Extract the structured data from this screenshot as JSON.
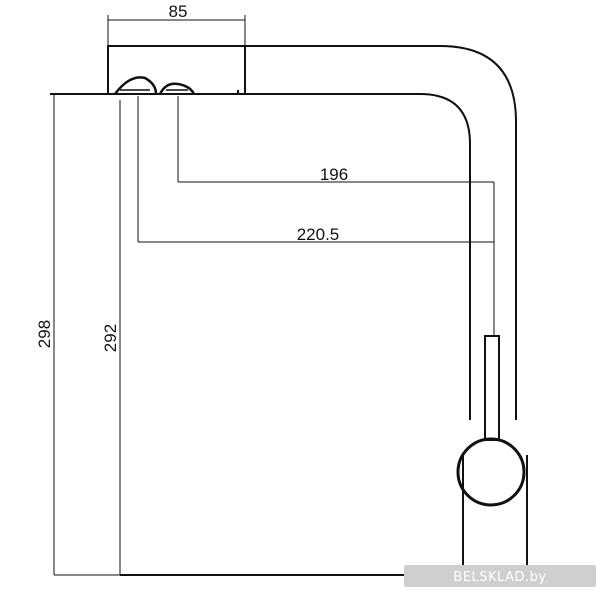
{
  "dimensions": {
    "width_top": "85",
    "spout_reach_1": "196",
    "spout_reach_2": "220.5",
    "total_height": "298",
    "spout_height": "292"
  },
  "watermark": "BELSKLAD.by",
  "colors": {
    "line": "#111111",
    "watermark_bg": "#cfcfcf"
  }
}
